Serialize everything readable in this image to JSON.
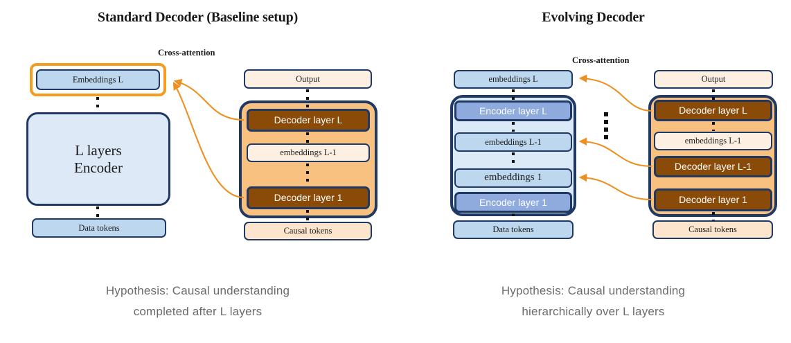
{
  "left_panel": {
    "title": "Standard Decoder (Baseline setup)",
    "cross_attention_label": "Cross-attention",
    "encoder_side": {
      "embeddings_top": "Embeddings L",
      "encoder_block": "L layers\nEncoder",
      "encoder_block_line1": "L layers",
      "encoder_block_line2": "Encoder",
      "tokens": "Data tokens"
    },
    "decoder_side": {
      "output": "Output",
      "layer_top": "Decoder layer L",
      "embeddings_mid": "embeddings L-1",
      "layer_bottom": "Decoder layer 1",
      "tokens": "Causal tokens"
    },
    "caption_line1": "Hypothesis: Causal understanding",
    "caption_line2": "completed after L layers"
  },
  "right_panel": {
    "title": "Evolving Decoder",
    "cross_attention_label": "Cross-attention",
    "encoder_side": {
      "embeddings_top": "embeddings L",
      "encoder_layer_L": "Encoder layer L",
      "embeddings_L_minus_1": "embeddings L-1",
      "embeddings_1": "embeddings 1",
      "encoder_layer_1": "Encoder layer 1",
      "tokens": "Data tokens"
    },
    "decoder_side": {
      "output": "Output",
      "decoder_layer_L": "Decoder layer L",
      "embeddings_L_minus_1": "embeddings L-1",
      "decoder_layer_L_minus_1": "Decoder layer L-1",
      "decoder_layer_1": "Decoder layer 1",
      "tokens": "Causal tokens"
    },
    "caption_line1": "Hypothesis: Causal understanding",
    "caption_line2": "hierarchically over L layers"
  },
  "colors": {
    "navy_border": "#1f3864",
    "orange_accent": "#f59b1e",
    "arrow_orange": "#ed9020",
    "brown_layer": "#8a4b08",
    "encoder_layer_blue": "#8faadc",
    "embeddings_blue": "#bdd7ee",
    "encoder_body_blue": "#dceaf7",
    "decoder_body_orange": "#f8c180",
    "token_cream": "#fce4cd",
    "caption_gray": "#6b6b6b"
  }
}
